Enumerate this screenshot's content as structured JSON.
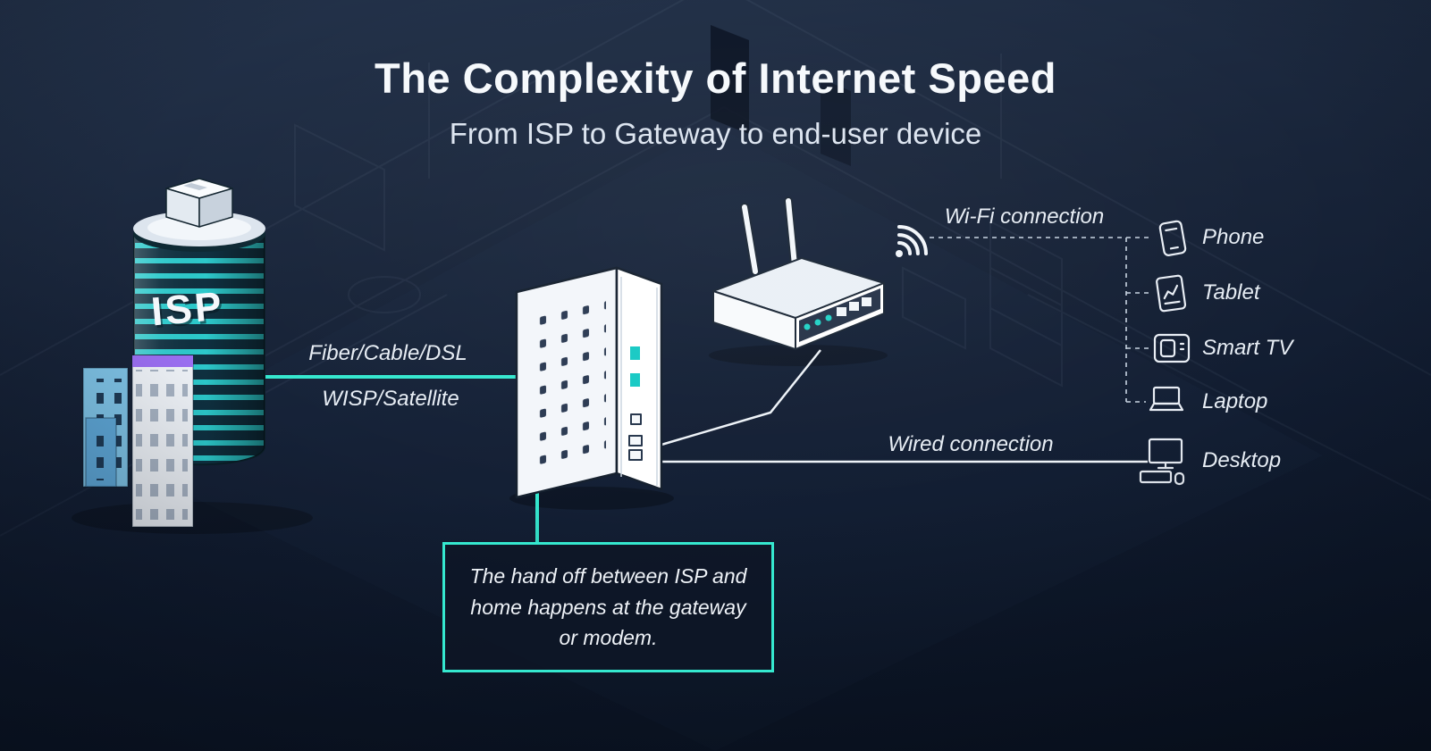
{
  "title": "The Complexity of Internet Speed",
  "subtitle": "From ISP to Gateway to end-user device",
  "isp_label": "ISP",
  "links": {
    "isp_gateway_top": "Fiber/Cable/DSL",
    "isp_gateway_bottom": "WISP/Satellite",
    "wifi": "Wi-Fi connection",
    "wired": "Wired connection"
  },
  "devices": [
    {
      "id": "phone",
      "label": "Phone"
    },
    {
      "id": "tablet",
      "label": "Tablet"
    },
    {
      "id": "smart-tv",
      "label": "Smart TV"
    },
    {
      "id": "laptop",
      "label": "Laptop"
    },
    {
      "id": "desktop",
      "label": "Desktop"
    }
  ],
  "callout": "The hand off between ISP and home happens at the gateway or modem.",
  "colors": {
    "accent": "#35e8cf",
    "line": "#eef3f8",
    "purple": "#9b6ff2",
    "isp_stripe": "#2cc9cb",
    "background": "#111c30"
  }
}
